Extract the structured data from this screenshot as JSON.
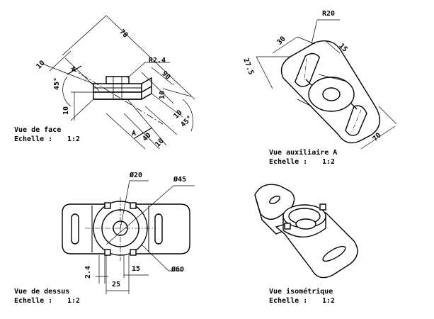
{
  "views": {
    "front": {
      "name": "Vue de face",
      "scale_label": "Echelle :",
      "scale": "1:2"
    },
    "aux": {
      "name": "Vue auxiliaire A",
      "scale_label": "Echelle :",
      "scale": "1:2"
    },
    "top": {
      "name": "Vue de dessus",
      "scale_label": "Echelle :",
      "scale": "1:2"
    },
    "iso": {
      "name": "Vue isométrique",
      "scale_label": "Echelle :",
      "scale": "1:2"
    }
  },
  "dims": {
    "front": {
      "d70": "70",
      "dR24": "R2.4",
      "d90": "90",
      "dA_top": "A",
      "dA_bot": "A",
      "d10_left": "10",
      "d45_left": "45°",
      "d10_mid": "10",
      "d10_r1": "10",
      "d10_r2": "10",
      "d45_right": "45°",
      "d40": "40",
      "d10_bot": "10"
    },
    "aux": {
      "dR20": "R20",
      "d30": "30",
      "d15": "15",
      "d275": "27.5",
      "d70": "70"
    },
    "top": {
      "dphi20": "Ø20",
      "dphi45": "Ø45",
      "dphi60": "Ø60",
      "d24": "2.4",
      "d15": "15",
      "d25": "25"
    }
  }
}
